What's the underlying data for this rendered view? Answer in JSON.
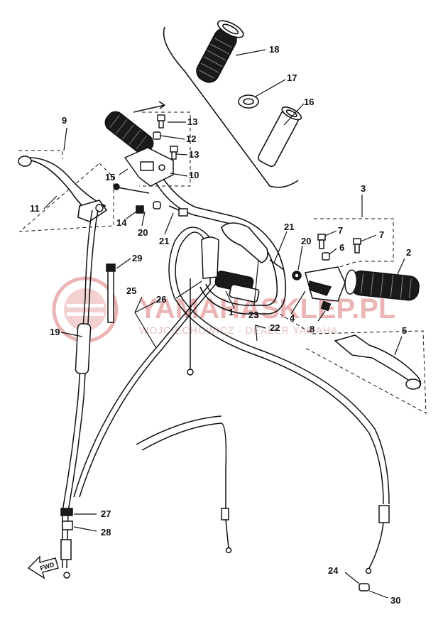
{
  "watermark": {
    "brand": "YAMAHASKLEP.PL",
    "subtitle": "WOJCIECHOWICZ - DEALER YAMAHA",
    "color": "#e8a9a9"
  },
  "fwd_label": "FWD",
  "callouts": {
    "c1": "1",
    "c2": "2",
    "c3": "3",
    "c4": "4",
    "c5": "5",
    "c6": "6",
    "c7a": "7",
    "c7b": "7",
    "c8": "8",
    "c9": "9",
    "c10": "10",
    "c11": "11",
    "c12": "12",
    "c13a": "13",
    "c13b": "13",
    "c14": "14",
    "c15": "15",
    "c16": "16",
    "c17": "17",
    "c18": "18",
    "c19": "19",
    "c20a": "20",
    "c20b": "20",
    "c21a": "21",
    "c21b": "21",
    "c22": "22",
    "c23": "23",
    "c24": "24",
    "c25": "25",
    "c26": "26",
    "c27": "27",
    "c28": "28",
    "c29": "29",
    "c30": "30"
  }
}
